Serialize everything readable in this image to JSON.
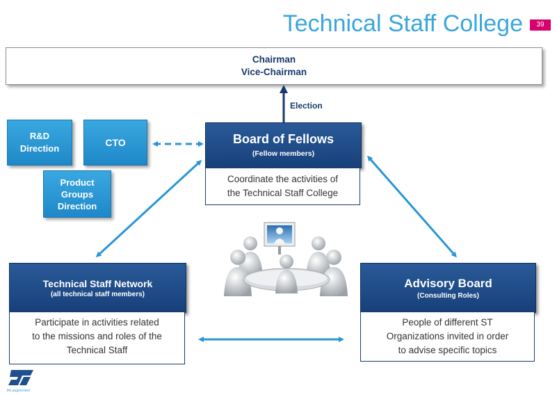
{
  "header": {
    "title": "Technical Staff College",
    "page_number": "39"
  },
  "chairman_box": {
    "line1": "Chairman",
    "line2": "Vice-Chairman"
  },
  "election_label": "Election",
  "side_boxes": {
    "rd": [
      "R&D",
      "Direction"
    ],
    "cto": "CTO",
    "product_groups": [
      "Product",
      "Groups",
      "Direction"
    ]
  },
  "board_of_fellows": {
    "title": "Board of Fellows",
    "subtitle": "(Fellow members)",
    "description": [
      "Coordinate the activities of",
      "the Technical Staff College"
    ]
  },
  "technical_staff_network": {
    "title": "Technical Staff Network",
    "subtitle": "(all technical staff members)",
    "description": [
      "Participate in activities related",
      "to the missions and roles of the",
      "Technical Staff"
    ]
  },
  "advisory_board": {
    "title": "Advisory Board",
    "subtitle": "(Consulting Roles)",
    "description": [
      "People of different ST",
      "Organizations invited  in order",
      "to advise specific topics"
    ]
  },
  "logo": {
    "text": "ST",
    "tagline": "life.augmented"
  },
  "colors": {
    "accent": "#3aa6dc",
    "navy": "#17407a",
    "magenta": "#d6006e",
    "light_blue": "#2a95d5"
  },
  "icons": {
    "meeting_illustration": "meeting-table-clipart"
  }
}
